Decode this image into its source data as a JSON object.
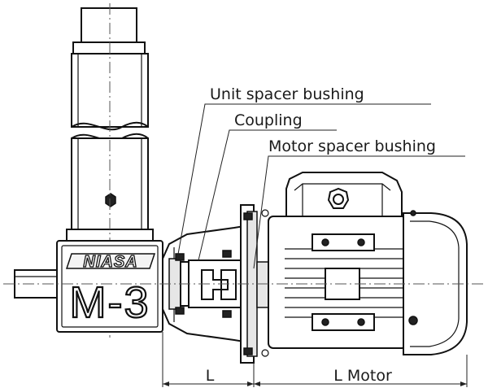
{
  "labels": {
    "unit_spacer_bushing": "Unit spacer bushing",
    "coupling": "Coupling",
    "motor_spacer_bushing": "Motor spacer bushing"
  },
  "dimensions": {
    "l": "L",
    "l_motor": "L Motor"
  },
  "unit": {
    "logo": "NIASA",
    "model": "M-3"
  }
}
